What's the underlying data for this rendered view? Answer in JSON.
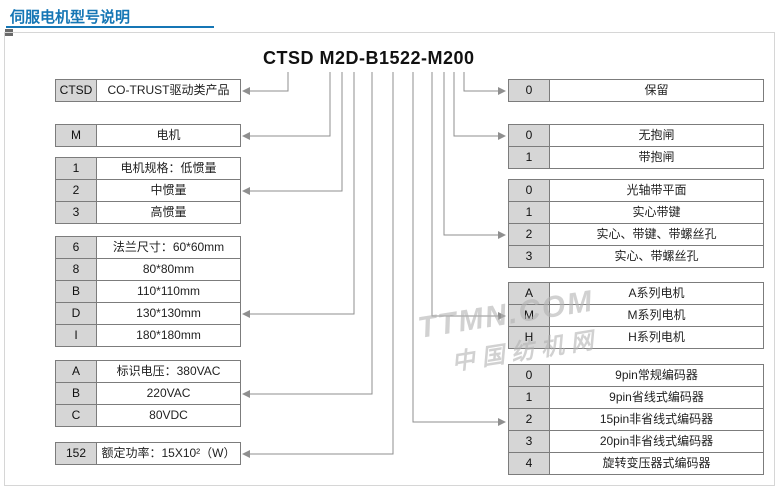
{
  "page": {
    "title": "伺服电机型号说明"
  },
  "model_code": {
    "text": "CTSD M2D-B1522-M200"
  },
  "left_tables": [
    {
      "name": "product",
      "rows": [
        {
          "code": "CTSD",
          "desc": "CO-TRUST驱动类产品"
        }
      ]
    },
    {
      "name": "motor",
      "rows": [
        {
          "code": "M",
          "desc": "电机"
        }
      ]
    },
    {
      "name": "inertia",
      "rows": [
        {
          "code": "1",
          "desc": "电机规格：低惯量"
        },
        {
          "code": "2",
          "desc": "中惯量"
        },
        {
          "code": "3",
          "desc": "高惯量"
        }
      ]
    },
    {
      "name": "flange",
      "rows": [
        {
          "code": "6",
          "desc": "法兰尺寸：60*60mm"
        },
        {
          "code": "8",
          "desc": "80*80mm"
        },
        {
          "code": "B",
          "desc": "110*110mm"
        },
        {
          "code": "D",
          "desc": "130*130mm"
        },
        {
          "code": "I",
          "desc": "180*180mm"
        }
      ]
    },
    {
      "name": "voltage",
      "rows": [
        {
          "code": "A",
          "desc": "标识电压：380VAC"
        },
        {
          "code": "B",
          "desc": "220VAC"
        },
        {
          "code": "C",
          "desc": "80VDC"
        }
      ]
    },
    {
      "name": "power",
      "rows": [
        {
          "code": "152",
          "desc": "额定功率：15X10²（W）"
        }
      ]
    }
  ],
  "right_tables": [
    {
      "name": "reserved",
      "rows": [
        {
          "code": "0",
          "desc": "保留"
        }
      ]
    },
    {
      "name": "brake",
      "rows": [
        {
          "code": "0",
          "desc": "无抱闸"
        },
        {
          "code": "1",
          "desc": "带抱闸"
        }
      ]
    },
    {
      "name": "shaft",
      "rows": [
        {
          "code": "0",
          "desc": "光轴带平面"
        },
        {
          "code": "1",
          "desc": "实心带键"
        },
        {
          "code": "2",
          "desc": "实心、带键、带螺丝孔"
        },
        {
          "code": "3",
          "desc": "实心、带螺丝孔"
        }
      ]
    },
    {
      "name": "series",
      "rows": [
        {
          "code": "A",
          "desc": "A系列电机"
        },
        {
          "code": "M",
          "desc": "M系列电机"
        },
        {
          "code": "H",
          "desc": "H系列电机"
        }
      ]
    },
    {
      "name": "encoder",
      "rows": [
        {
          "code": "0",
          "desc": "9pin常规编码器"
        },
        {
          "code": "1",
          "desc": "9pin省线式编码器"
        },
        {
          "code": "2",
          "desc": "15pin非省线式编码器"
        },
        {
          "code": "3",
          "desc": "20pin非省线式编码器"
        },
        {
          "code": "4",
          "desc": "旋转变压器式编码器"
        }
      ]
    }
  ],
  "watermark": {
    "line1": "TTMN.COM",
    "line2": "中国纺机网"
  },
  "colors": {
    "accent": "#1576b5",
    "table_fill": "#d6d6d6",
    "table_border": "#7c7c7c",
    "connector_line": "#8f8f8f"
  }
}
